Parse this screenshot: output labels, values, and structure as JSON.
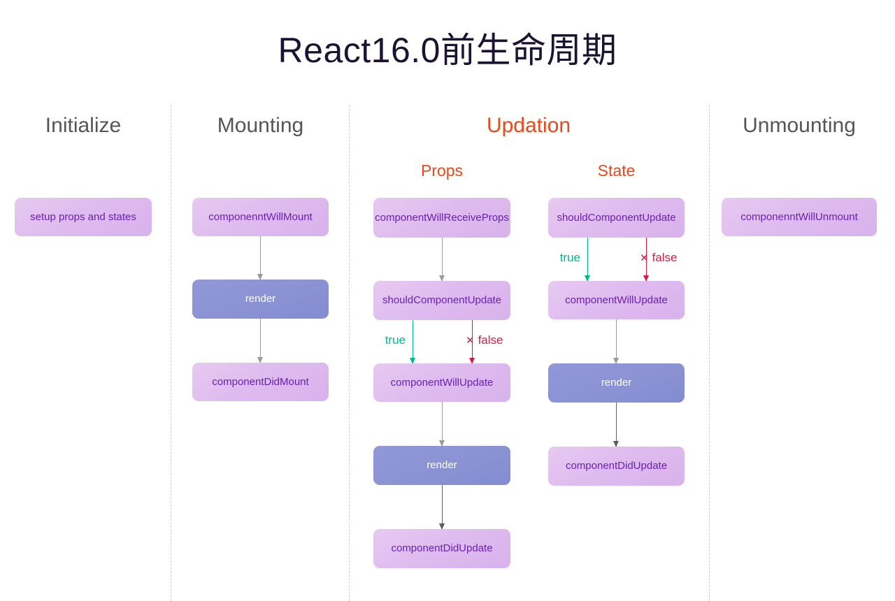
{
  "title": "React16.0前生命周期",
  "colors": {
    "accent": "#e8491d",
    "heading": "#555555",
    "node_lilac_bg": "#dfbcef",
    "node_lilac_text": "#6a1fb5",
    "node_indigo_bg": "#8a92d4",
    "node_indigo_text": "#ffffff",
    "branch_true": "#00b894",
    "branch_false": "#d81b45",
    "divider": "#c9c9c9",
    "title_text": "#1c1333",
    "background": "#ffffff"
  },
  "columns": [
    {
      "id": "initialize",
      "heading": "Initialize",
      "accent": false
    },
    {
      "id": "mounting",
      "heading": "Mounting",
      "accent": false
    },
    {
      "id": "updation",
      "heading": "Updation",
      "accent": true
    },
    {
      "id": "unmounting",
      "heading": "Unmounting",
      "accent": false
    }
  ],
  "subheadings": [
    {
      "id": "props",
      "label": "Props"
    },
    {
      "id": "state",
      "label": "State"
    }
  ],
  "nodes": {
    "initialize": [
      {
        "id": "setup-props-and-states",
        "label": "setup props and states",
        "style": "lilac"
      }
    ],
    "mounting": [
      {
        "id": "componenntwillmount",
        "label": "componenntWillMount",
        "style": "lilac"
      },
      {
        "id": "render-mounting",
        "label": "render",
        "style": "indigo"
      },
      {
        "id": "componentdidmount",
        "label": "componentDidMount",
        "style": "lilac"
      }
    ],
    "props": [
      {
        "id": "componentwillreceiveprops",
        "label": "componentWillReceiveProps",
        "style": "lilac"
      },
      {
        "id": "shouldcomponentupdate-props",
        "label": "shouldComponentUpdate",
        "style": "lilac"
      },
      {
        "id": "componentwillupdate-props",
        "label": "componentWillUpdate",
        "style": "lilac"
      },
      {
        "id": "render-props",
        "label": "render",
        "style": "indigo"
      },
      {
        "id": "componentdidupdate-props",
        "label": "componentDidUpdate",
        "style": "lilac"
      }
    ],
    "state": [
      {
        "id": "shouldcomponentupdate-state",
        "label": "shouldComponentUpdate",
        "style": "lilac"
      },
      {
        "id": "componentwillupdate-state",
        "label": "componentWillUpdate",
        "style": "lilac"
      },
      {
        "id": "render-state",
        "label": "render",
        "style": "indigo"
      },
      {
        "id": "componentdidupdate-state",
        "label": "componentDidUpdate",
        "style": "lilac"
      }
    ],
    "unmounting": [
      {
        "id": "componenntwillunmount",
        "label": "componenntWillUnmount",
        "style": "lilac"
      }
    ]
  },
  "branches": {
    "props": {
      "true_label": "true",
      "false_label": "false",
      "false_mark": "✕"
    },
    "state": {
      "true_label": "true",
      "false_label": "false",
      "false_mark": "✕"
    }
  }
}
